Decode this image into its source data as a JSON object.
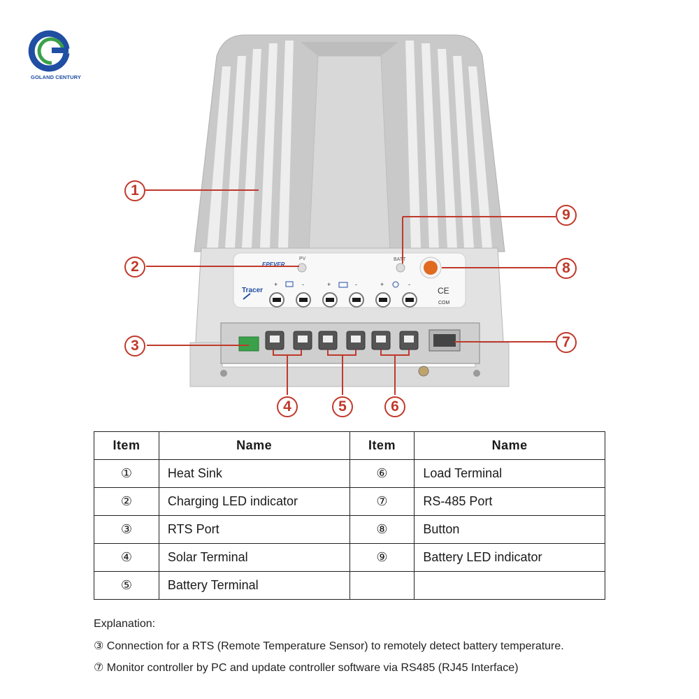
{
  "brand": {
    "name": "GOLAND CENTURY"
  },
  "device": {
    "maker_label": "EPEVER",
    "model_label": "Tracer",
    "pv_label": "PV",
    "batt_label": "BATT",
    "ce_label": "CE",
    "com_label": "COM",
    "plus": "+",
    "minus": "-"
  },
  "callouts": [
    "1",
    "2",
    "3",
    "4",
    "5",
    "6",
    "7",
    "8",
    "9"
  ],
  "table": {
    "headers": [
      "Item",
      "Name",
      "Item",
      "Name"
    ],
    "rows": [
      {
        "left_item": "①",
        "left_name": "Heat Sink",
        "right_item": "⑥",
        "right_name": "Load Terminal"
      },
      {
        "left_item": "②",
        "left_name": "Charging LED indicator",
        "right_item": "⑦",
        "right_name": "RS-485 Port"
      },
      {
        "left_item": "③",
        "left_name": "RTS Port",
        "right_item": "⑧",
        "right_name": "Button"
      },
      {
        "left_item": "④",
        "left_name": "Solar Terminal",
        "right_item": "⑨",
        "right_name": "Battery LED indicator"
      },
      {
        "left_item": "⑤",
        "left_name": "Battery Terminal",
        "right_item": "",
        "right_name": ""
      }
    ]
  },
  "explanation": {
    "title": "Explanation:",
    "lines": [
      "③ Connection for a RTS (Remote Temperature Sensor) to remotely detect battery temperature.",
      "⑦ Monitor controller by PC and update controller software via RS485 (RJ45 Interface)"
    ]
  },
  "colors": {
    "callout": "#c0392b",
    "brand_blue": "#1f4ea3",
    "brand_green": "#3aa14a",
    "housing": "#dcdcdc"
  }
}
